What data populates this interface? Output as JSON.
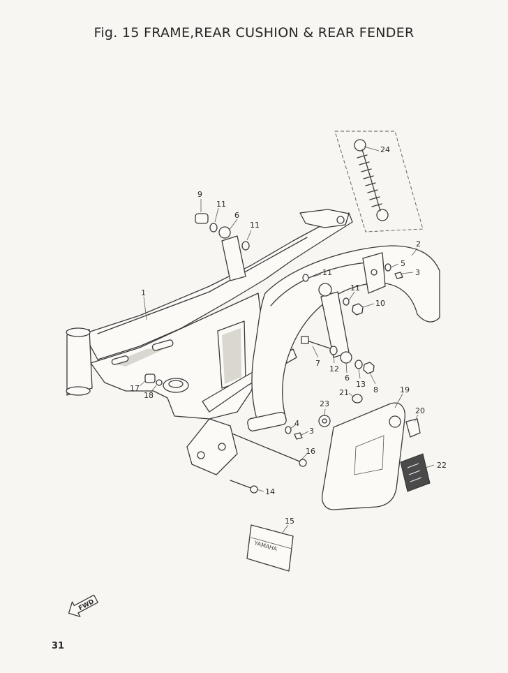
{
  "figure": {
    "title": "Fig. 15 FRAME,REAR CUSHION & REAR FENDER"
  },
  "page_number": "31",
  "direction_marker": {
    "label": "FWD",
    "icon": "forward-arrow-icon"
  },
  "badge_text": "YAMAHA",
  "callouts": {
    "c1": "1",
    "c2": "2",
    "c3a": "3",
    "c3b": "3",
    "c4": "4",
    "c5": "5",
    "c6a": "6",
    "c6b": "6",
    "c7": "7",
    "c8": "8",
    "c9": "9",
    "c10": "10",
    "c11a": "11",
    "c11b": "11",
    "c11c": "11",
    "c11d": "11",
    "c12": "12",
    "c13": "13",
    "c14": "14",
    "c15": "15",
    "c16": "16",
    "c17": "17",
    "c18": "18",
    "c19": "19",
    "c20": "20",
    "c21": "21",
    "c22": "22",
    "c23": "23",
    "c24": "24"
  }
}
